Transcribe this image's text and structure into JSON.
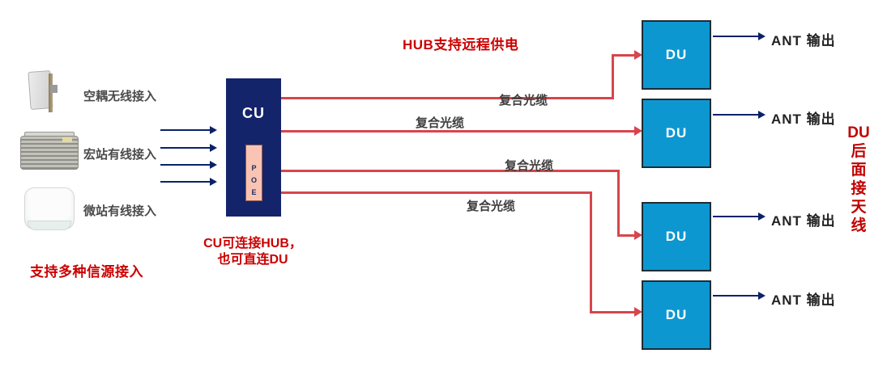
{
  "diagram": {
    "hub_note": "HUB支持远程供电",
    "sources": {
      "caption": "支持多种信源接入",
      "items": [
        {
          "label": "空耦无线接入",
          "icon": "panel-antenna-icon"
        },
        {
          "label": "宏站有线接入",
          "icon": "macro-station-icon"
        },
        {
          "label": "微站有线接入",
          "icon": "micro-ap-icon"
        }
      ]
    },
    "cu": {
      "label": "CU",
      "poe_chars": [
        "P",
        "O",
        "E"
      ],
      "note_lines": [
        "CU可连接HUB，",
        "也可直连DU"
      ]
    },
    "cables": {
      "label": "复合光缆"
    },
    "du": {
      "label": "DU",
      "ant_label": "ANT 输出",
      "side_note": "DU后面接天线",
      "side_note_chars": [
        "DU",
        "后",
        "面",
        "接",
        "天",
        "线"
      ]
    },
    "colors": {
      "red_text": "#cc0000",
      "red_line": "#d8454c",
      "cu_navy": "#14246b",
      "arrow_blue": "#0b2168",
      "du_fill": "#0d97d1",
      "poe_fill": "#f9c4b4"
    }
  }
}
